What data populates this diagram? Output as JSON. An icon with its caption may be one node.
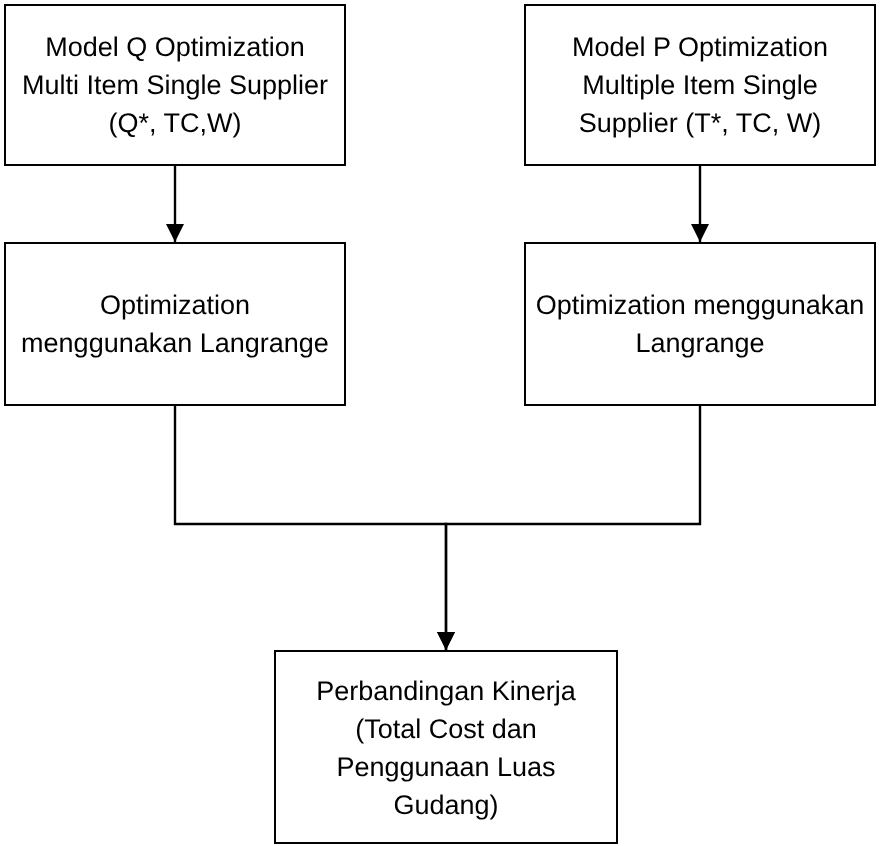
{
  "diagram": {
    "nodes": [
      {
        "text": [
          "Model Q Optimization Multi Item Single Supplier (Q*, TC,W)"
        ]
      },
      {
        "text": [
          "Model P Optimization Multiple Item Single Supplier (T*, TC, W)"
        ]
      },
      {
        "text": [
          "Optimization menggunakan Langrange"
        ]
      },
      {
        "text": [
          "Optimization menggunakan Langrange"
        ]
      },
      {
        "text": [
          "Perbandingan Kinerja (Total Cost dan Penggunaan Luas Gudang)"
        ]
      }
    ],
    "edges": [
      {
        "from": 0,
        "to": 2,
        "arrow": "to"
      },
      {
        "from": 1,
        "to": 3,
        "arrow": "to"
      },
      {
        "from": 2,
        "to": 4,
        "arrow": "to"
      },
      {
        "from": 3,
        "to": 4,
        "arrow": "to"
      }
    ]
  }
}
